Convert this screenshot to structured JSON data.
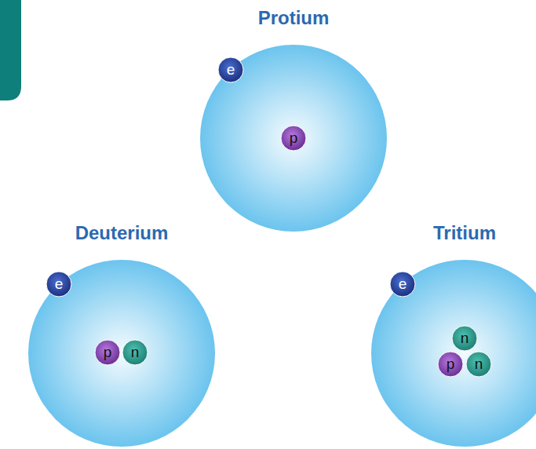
{
  "diagram": {
    "nodes": [
      {
        "text": [
          "Protium"
        ]
      },
      {
        "text": [
          "e"
        ],
        "in": 0
      },
      {
        "text": [
          "p"
        ],
        "in": 0
      },
      {
        "text": [
          "Deuterium"
        ]
      },
      {
        "text": [
          "e"
        ],
        "in": 3
      },
      {
        "text": [
          "p"
        ],
        "in": 3
      },
      {
        "text": [
          "n"
        ],
        "in": 3
      },
      {
        "text": [
          "Tritium"
        ]
      },
      {
        "text": [
          "e"
        ],
        "in": 7
      },
      {
        "text": [
          "n"
        ],
        "in": 7
      },
      {
        "text": [
          "p"
        ],
        "in": 7
      },
      {
        "text": [
          "n"
        ],
        "in": 7
      }
    ]
  }
}
